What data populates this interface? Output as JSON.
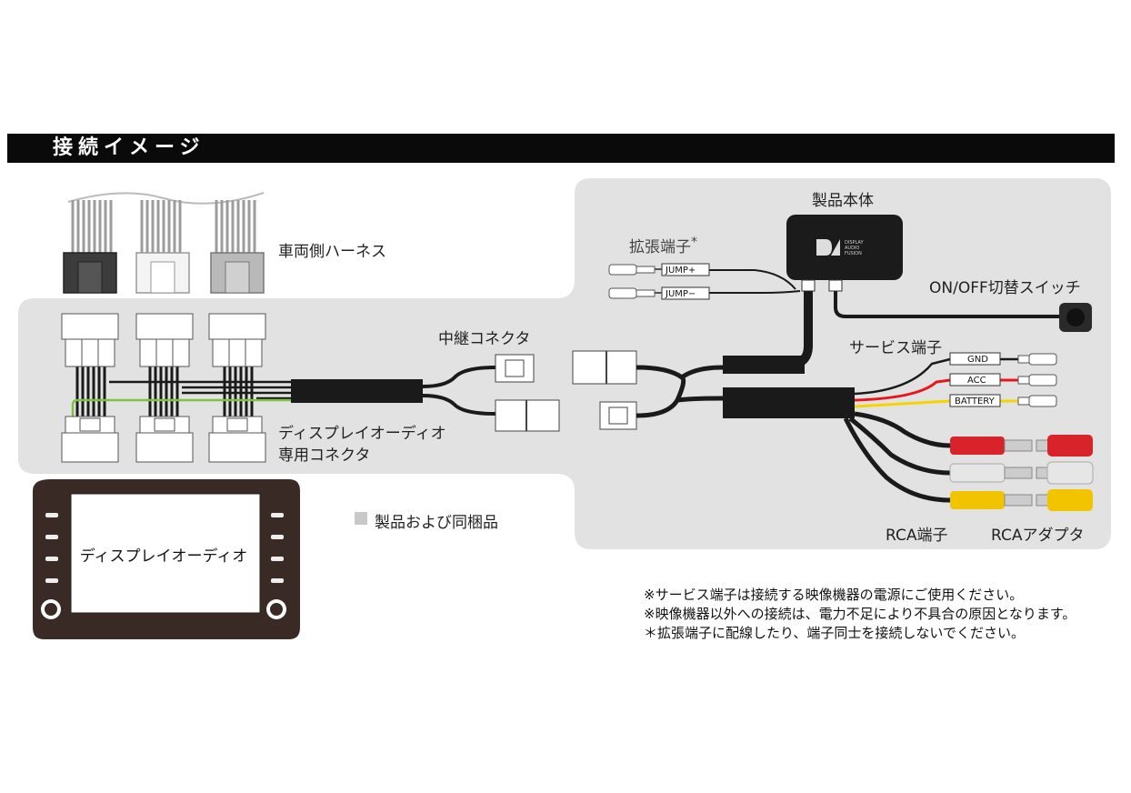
{
  "header": {
    "title": "接続イメージ"
  },
  "labels": {
    "vehicle_harness": "車両側ハーネス",
    "relay_connector": "中継コネクタ",
    "dedicated_connector_line1": "ディスプレイオーディオ",
    "dedicated_connector_line2": "専用コネクタ",
    "product_unit": "製品本体",
    "expansion_terminal": "拡張端子",
    "expansion_asterisk": "*",
    "on_off_switch": "ON/OFF切替スイッチ",
    "service_terminal": "サービス端子",
    "rca_terminal": "RCA端子",
    "rca_adapter": "RCAアダプタ",
    "display_audio": "ディスプレイオーディオ",
    "legend": "製品および同梱品"
  },
  "wire_tags": {
    "jump_plus": "JUMP+",
    "jump_minus": "JUMP−",
    "gnd": "GND",
    "acc": "ACC",
    "battery": "BATTERY"
  },
  "unit_logo_text": [
    "DISPLAY",
    "AUDIO",
    "FUSION"
  ],
  "notes": [
    "※サービス端子は接続する映像機器の電源にご使用ください。",
    "※映像機器以外への接続は、電力不足により不具合の原因となります。",
    "＊拡張端子に配線したり、端子同士を接続しないでください。"
  ],
  "colors": {
    "product_area": "#e2e2e3",
    "wire_black": "#1a1a1a",
    "wire_red": "#e8161b",
    "wire_yellow": "#f6d400",
    "wire_green": "#7dc242",
    "rca_red": "#d9232a",
    "rca_white": "#e6e6e6",
    "rca_yellow": "#f2c400"
  }
}
